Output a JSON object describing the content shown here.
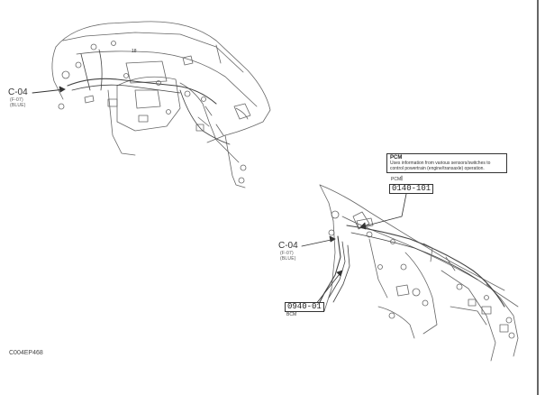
{
  "upper_left": {
    "connector": {
      "id": "C-04",
      "sub1": "(F-07)",
      "sub2": "(BLUE)"
    },
    "part_no": "18"
  },
  "lower_right": {
    "callout": {
      "title": "PCM",
      "description_line1": "Uses information from various sensors/switches to",
      "description_line2": "control powertrain (engine/transaxle) operation."
    },
    "pcm_label": "PCM",
    "pcm_code": "0140-101",
    "connector": {
      "id": "C-04",
      "sub1": "(F-07)",
      "sub2": "(BLUE)"
    },
    "bcm_code": "0940-01",
    "bcm_label": "BCM"
  },
  "figure_code": "C004EP468"
}
